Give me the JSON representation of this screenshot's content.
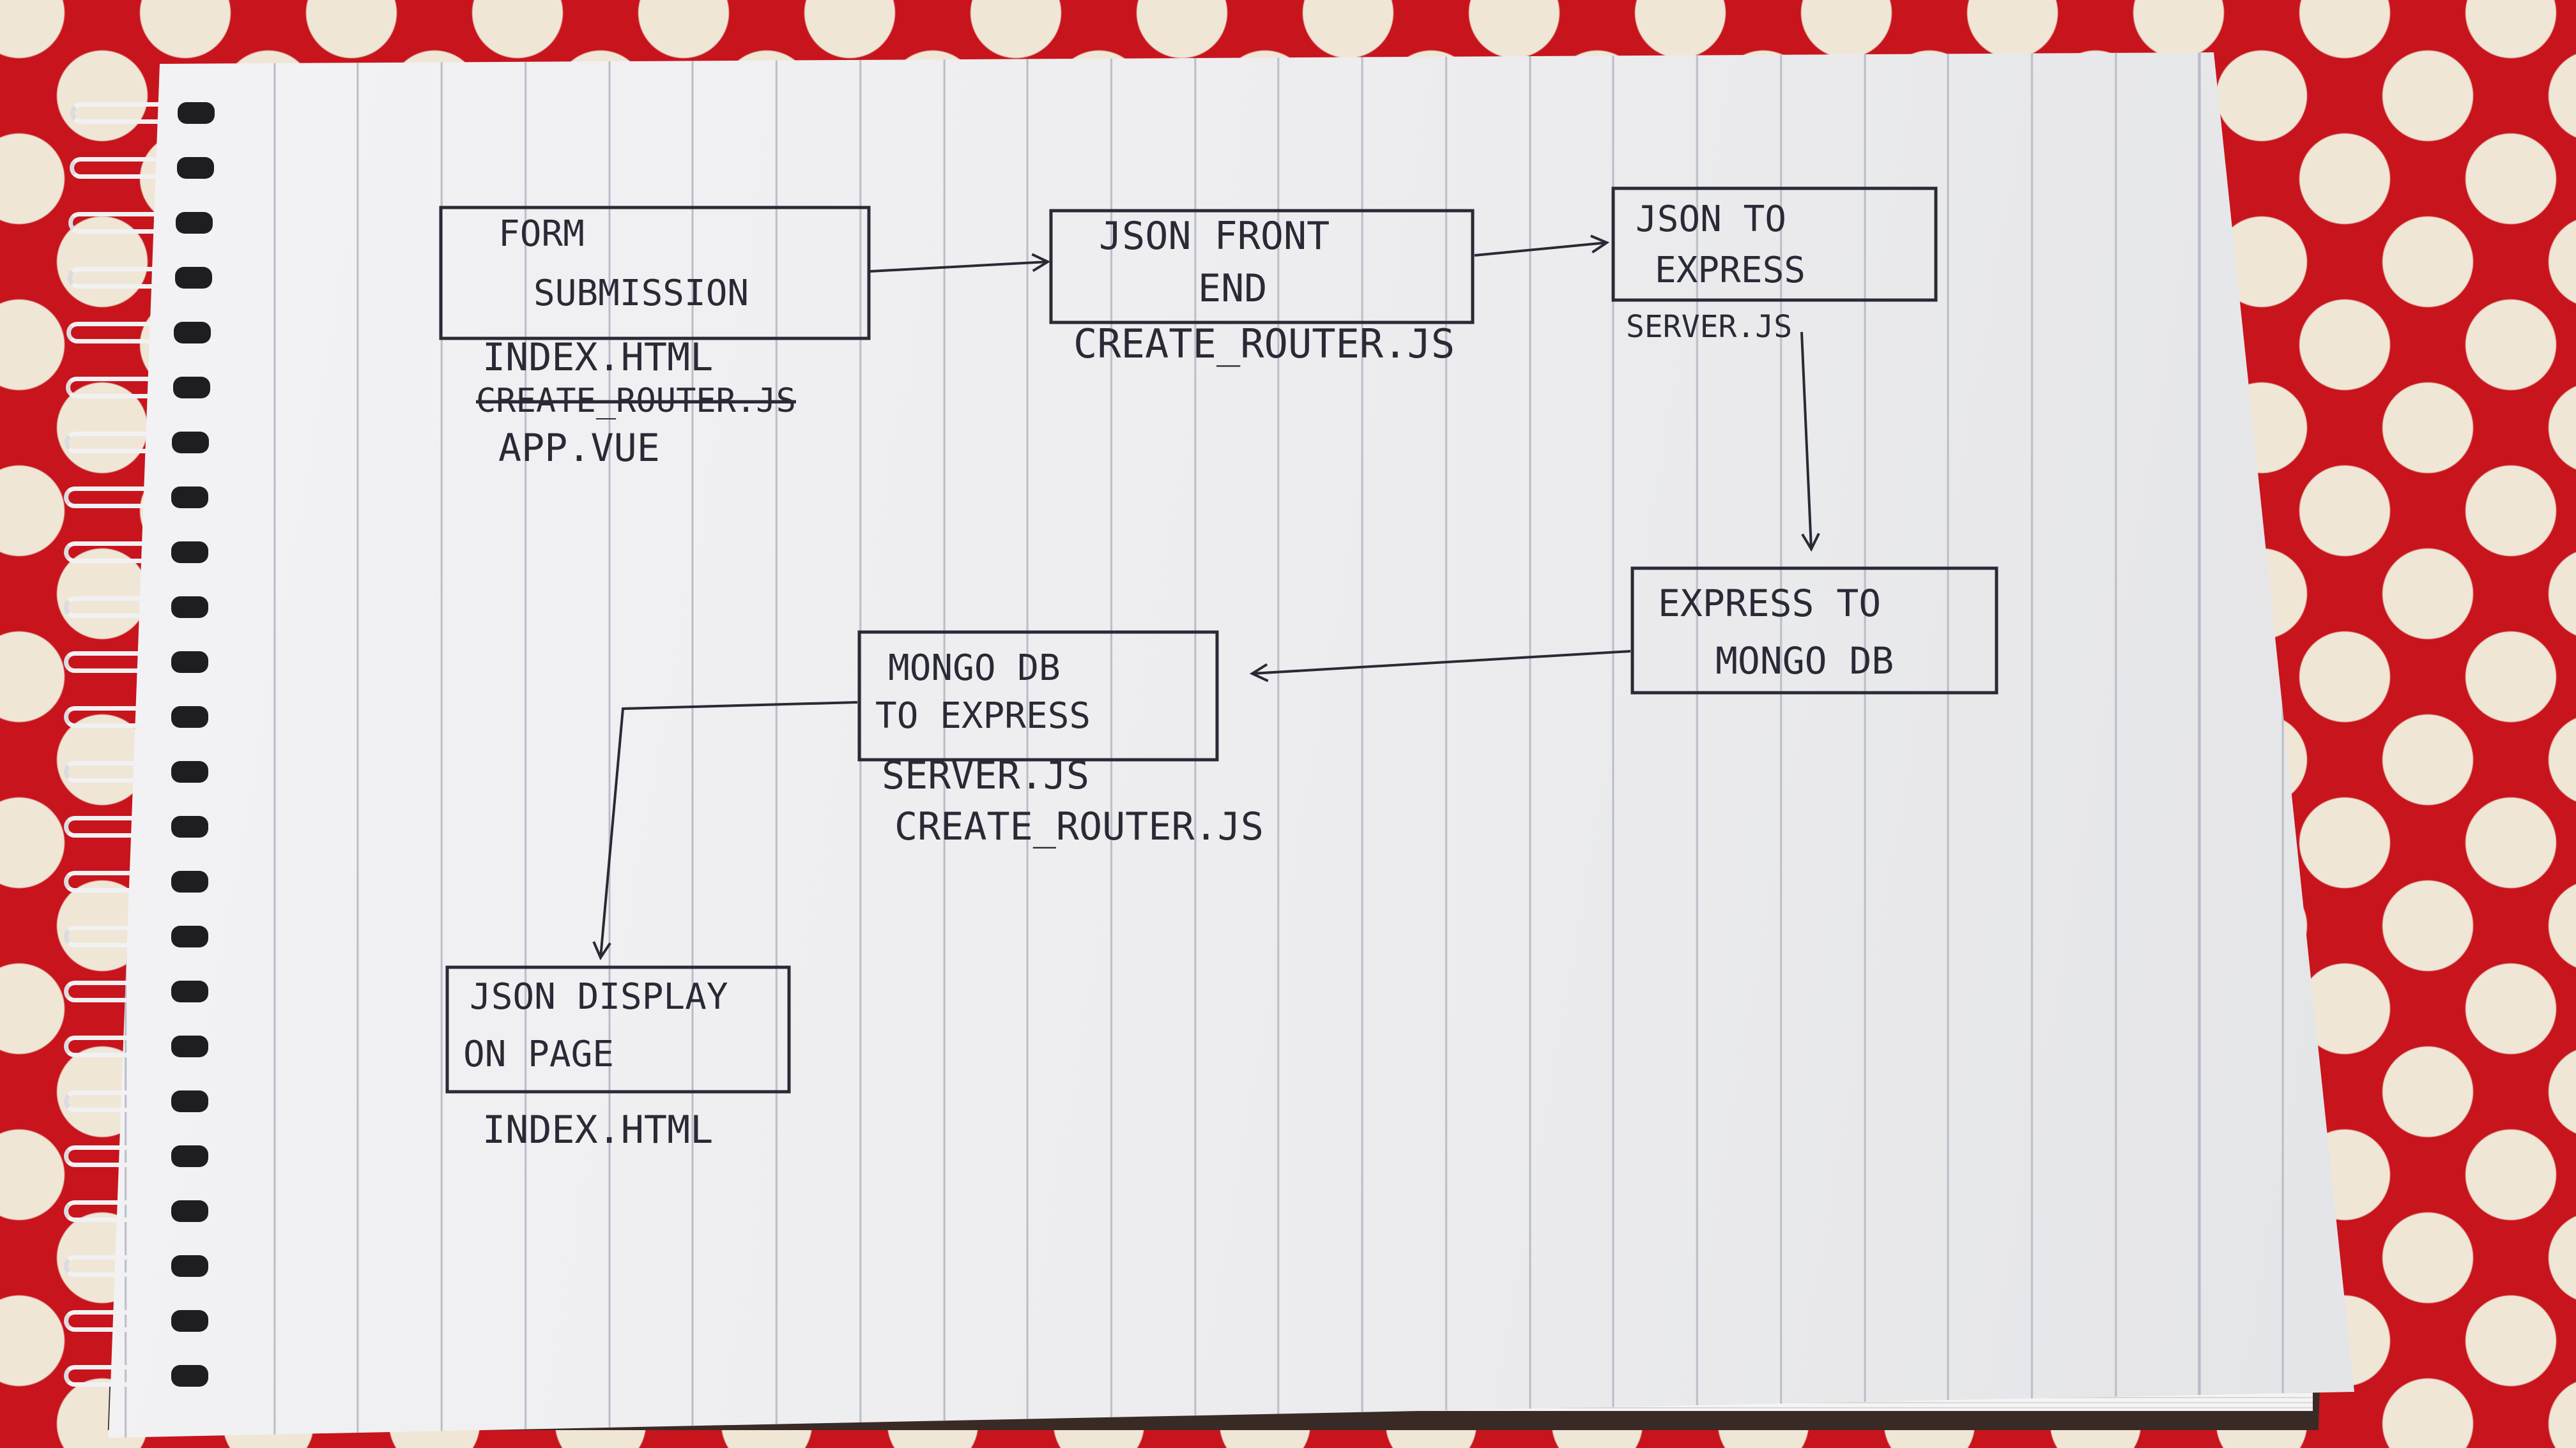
{
  "nodes": [
    {
      "id": "form",
      "lines": [
        "FORM",
        "SUBMISSION"
      ],
      "files": [
        "INDEX.HTML",
        "CREATE_ROUTER.JS",
        "APP.VUE"
      ]
    },
    {
      "id": "json-front",
      "lines": [
        "JSON FRONT",
        "END"
      ],
      "files": [
        "CREATE_ROUTER.JS"
      ]
    },
    {
      "id": "json-express",
      "lines": [
        "JSON TO",
        "EXPRESS"
      ],
      "files": [
        "SERVER.JS"
      ]
    },
    {
      "id": "express-mongo",
      "lines": [
        "EXPRESS TO",
        "MONGO DB"
      ],
      "files": []
    },
    {
      "id": "mongo-express",
      "lines": [
        "MONGO DB",
        "TO EXPRESS"
      ],
      "files": [
        "SERVER.JS",
        "CREATE_ROUTER.JS"
      ]
    },
    {
      "id": "json-display",
      "lines": [
        "JSON DISPLAY",
        "ON PAGE"
      ],
      "files": [
        "INDEX.HTML"
      ]
    }
  ],
  "edges": [
    {
      "from": "form",
      "to": "json-front"
    },
    {
      "from": "json-front",
      "to": "json-express"
    },
    {
      "from": "json-express",
      "to": "express-mongo"
    },
    {
      "from": "express-mongo",
      "to": "mongo-express"
    },
    {
      "from": "mongo-express",
      "to": "json-display"
    }
  ],
  "colors": {
    "background": "#c8141c",
    "dots": "#efe6d6",
    "paper": "#ececee",
    "ink": "#2a2a36",
    "rules": "#b9bcc7"
  }
}
